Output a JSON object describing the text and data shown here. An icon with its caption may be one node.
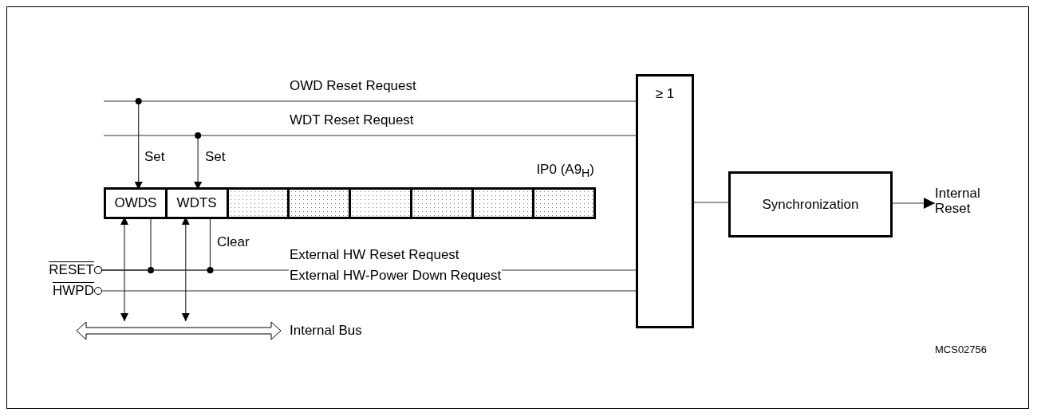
{
  "diagram": {
    "nodes": [
      {
        "text": [
          "≥ 1"
        ]
      },
      {
        "text": [
          "Synchronization"
        ]
      },
      {
        "text": [
          "Internal Reset"
        ]
      },
      {
        "text": [
          "IP0 (A9$_{H}$)"
        ]
      },
      {
        "text": [
          "OWDS"
        ],
        "in": 3
      },
      {
        "text": [
          "WDTS"
        ],
        "in": 3
      },
      {
        "text": [],
        "shape": "box",
        "in": 3
      },
      {
        "text": [],
        "shape": "box",
        "in": 3
      },
      {
        "text": [],
        "shape": "box",
        "in": 3
      },
      {
        "text": [],
        "shape": "box",
        "in": 3
      },
      {
        "text": [],
        "shape": "box",
        "in": 3
      },
      {
        "text": [],
        "shape": "box",
        "in": 3
      },
      {
        "text": [
          "RESET"
        ]
      },
      {
        "text": [
          "HWPD"
        ]
      },
      {
        "text": [],
        "shape": "bus",
        "beside": [
          "Internal Bus"
        ]
      }
    ],
    "edges": [
      {
        "from": null,
        "to": 0,
        "arrow": "none",
        "label": "OWD Reset Request"
      },
      {
        "from": null,
        "to": 4,
        "arrow": "to",
        "label": "Set"
      },
      {
        "from": null,
        "to": 0,
        "arrow": "none",
        "label": "WDT Reset Request"
      },
      {
        "from": null,
        "to": 5,
        "arrow": "to",
        "label": "Set"
      },
      {
        "from": 12,
        "to": 0,
        "arrow": "other",
        "label": "External HW Reset Request"
      },
      {
        "from": 12,
        "to": 4,
        "arrow": "other"
      },
      {
        "from": 12,
        "to": 5,
        "arrow": "other",
        "label": "Clear"
      },
      {
        "from": 13,
        "to": 0,
        "arrow": "other",
        "label": "External HW-Power Down Request"
      },
      {
        "from": 4,
        "to": 14,
        "arrow": "both"
      },
      {
        "from": 5,
        "to": 14,
        "arrow": "both"
      },
      {
        "from": 0,
        "to": 1,
        "arrow": "none"
      },
      {
        "from": 1,
        "to": 2,
        "arrow": "to"
      }
    ],
    "labels": [
      "MCS02756"
    ]
  }
}
